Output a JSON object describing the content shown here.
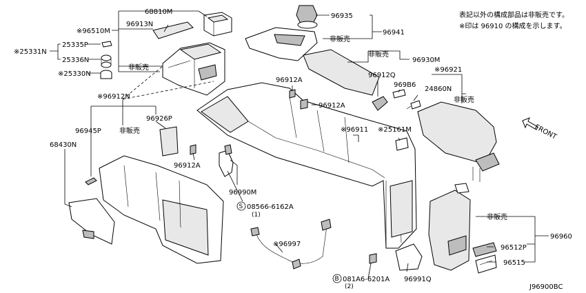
{
  "notes": {
    "line1": "表記以外の構成部品は非販売です。",
    "line2": "※印は 96910 の構成を示します。"
  },
  "front_label": "FRONT",
  "diagram_id": "J96900BC",
  "labels": {
    "p68810M": "68810M",
    "p96510M": "※96510M",
    "p96913N": "96913N",
    "p25335P": "25335P",
    "p25331N": "※25331N",
    "p25336N": "25336N",
    "p25330N": "※25330N",
    "hihan_a": "非販売",
    "p96912N": "※96912N",
    "p96926P": "96926P",
    "p96945P": "96945P",
    "hihan_b": "非販売",
    "p68430N": "68430N",
    "p96912A_a": "96912A",
    "p96935": "96935",
    "p96941": "96941",
    "hihan_c": "非販売",
    "hihan_d": "非販売",
    "p96930M": "96930M",
    "p96912A_b": "96912A",
    "p96912Q": "96912Q",
    "p96921": "※96921",
    "p969B6": "969B6",
    "p24860N": "24860N",
    "hihan_e": "非販売",
    "p96912A_c": "96912A",
    "p96911": "※96911",
    "p25161M": "※25161M",
    "p96990M": "96990M",
    "p08566": "08566-6162A",
    "p08566_qty": "(1)",
    "p96997": "※96997",
    "p081A6": "081A6-6201A",
    "p081A6_qty": "(2)",
    "p96991Q": "96991Q",
    "hihan_f": "非販売",
    "p96960": "96960",
    "p96512P": "96512P",
    "p96515": "96515",
    "circle_s": "S",
    "circle_b": "B"
  }
}
